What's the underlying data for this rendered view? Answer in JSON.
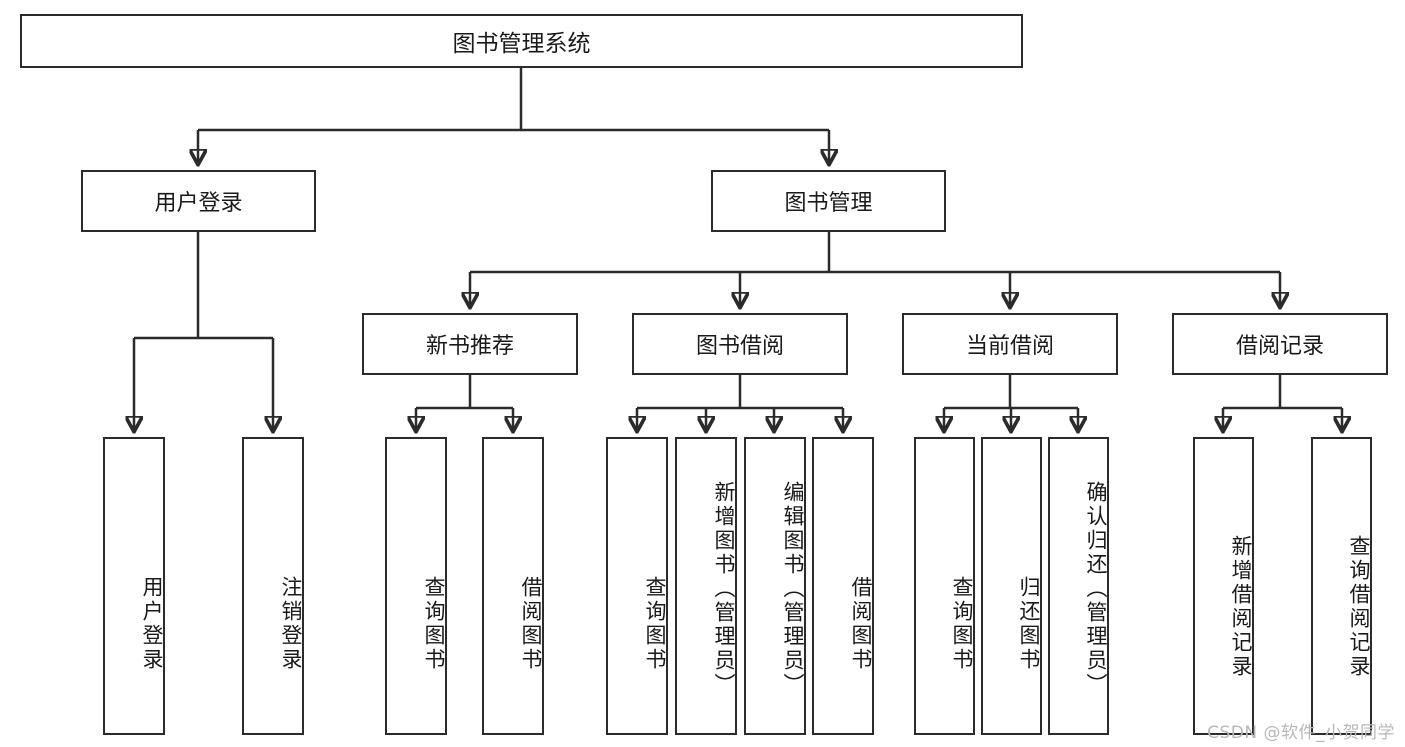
{
  "diagram": {
    "type": "tree",
    "title": "图书管理系统",
    "watermark": "CSDN @软件_小贺同学",
    "colors": {
      "box_border": "#2b2b2b",
      "box_fill": "#ffffff",
      "text": "#1a1a1a",
      "connector": "#2b2b2b",
      "watermark": "#b8b8b8",
      "background": "#ffffff"
    },
    "nodes": {
      "root": {
        "label": "图书管理系统"
      },
      "level1": [
        {
          "id": "user-login",
          "label": "用户登录"
        },
        {
          "id": "book-management",
          "label": "图书管理"
        }
      ],
      "level2": [
        {
          "id": "new-book-recommend",
          "label": "新书推荐"
        },
        {
          "id": "book-borrow",
          "label": "图书借阅"
        },
        {
          "id": "current-borrow",
          "label": "当前借阅"
        },
        {
          "id": "borrow-record",
          "label": "借阅记录"
        }
      ],
      "leaves": {
        "user_login": [
          {
            "id": "leaf-user-login",
            "label": "用户登录"
          },
          {
            "id": "leaf-logout",
            "label": "注销登录"
          }
        ],
        "new_book_recommend": [
          {
            "id": "leaf-query-book-1",
            "label": "查询图书"
          },
          {
            "id": "leaf-borrow-book-1",
            "label": "借阅图书"
          }
        ],
        "book_borrow": [
          {
            "id": "leaf-query-book-2",
            "label": "查询图书"
          },
          {
            "id": "leaf-add-book",
            "label": "新增图书（管理员）"
          },
          {
            "id": "leaf-edit-book",
            "label": "编辑图书（管理员）"
          },
          {
            "id": "leaf-borrow-book-2",
            "label": "借阅图书"
          }
        ],
        "current_borrow": [
          {
            "id": "leaf-query-book-3",
            "label": "查询图书"
          },
          {
            "id": "leaf-return-book",
            "label": "归还图书"
          },
          {
            "id": "leaf-confirm-return",
            "label": "确认归还（管理员）"
          }
        ],
        "borrow_record": [
          {
            "id": "leaf-add-record",
            "label": "新增借阅记录"
          },
          {
            "id": "leaf-query-record",
            "label": "查询借阅记录"
          }
        ]
      }
    }
  }
}
